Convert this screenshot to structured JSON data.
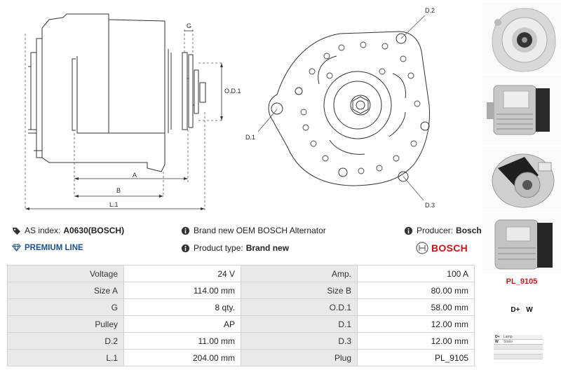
{
  "drawing": {
    "labels": {
      "g": "G",
      "od1": "O.D.1",
      "a": "A",
      "b": "B",
      "l1": "L.1",
      "d1": "D.1",
      "d2": "D.2",
      "d3": "D.3"
    }
  },
  "info": {
    "as_index_label": "AS index:",
    "as_index_value": "A0630(BOSCH)",
    "premium_line": "PREMIUM LINE",
    "description": "Brand new OEM BOSCH Alternator",
    "product_type_label": "Product type:",
    "product_type_value": "Brand new",
    "producer_label": "Producer:",
    "producer_value": "Bosch",
    "brand_logo_text": "BOSCH"
  },
  "specs": [
    {
      "k1": "Voltage",
      "v1": "24 V",
      "k2": "Amp.",
      "v2": "100 A"
    },
    {
      "k1": "Size A",
      "v1": "114.00 mm",
      "k2": "Size B",
      "v2": "80.00 mm"
    },
    {
      "k1": "G",
      "v1": "8 qty.",
      "k2": "O.D.1",
      "v2": "58.00 mm"
    },
    {
      "k1": "Pulley",
      "v1": "AP",
      "k2": "D.1",
      "v2": "12.00 mm"
    },
    {
      "k1": "D.2",
      "v1": "11.00 mm",
      "k2": "D.3",
      "v2": "12.00 mm"
    },
    {
      "k1": "L.1",
      "v1": "204.00 mm",
      "k2": "Plug",
      "v2": "PL_9105"
    }
  ],
  "sidebar": {
    "part_code": "PL_9105",
    "terminal_caption": "D+ W",
    "legend": [
      {
        "code": "D+",
        "text": "Lamp"
      },
      {
        "code": "W",
        "text": "Stator"
      }
    ]
  },
  "colors": {
    "accent_red": "#d0101a",
    "premium_blue": "#1e4f8f",
    "table_key_bg": "#e9e9e9",
    "table_border": "#d3d3d3"
  },
  "icons": [
    "tag-icon",
    "diamond-icon",
    "info-icon",
    "bosch-logo-icon"
  ]
}
